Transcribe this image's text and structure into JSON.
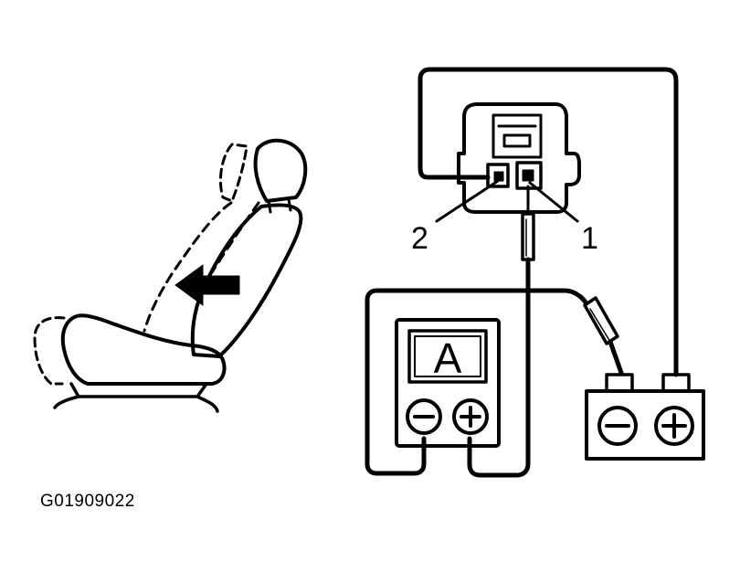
{
  "figure_code": "G01909022",
  "labels": {
    "terminal_1": "1",
    "terminal_2": "2",
    "meter_letter": "A"
  },
  "symbols": {
    "minus": "minus-icon",
    "plus": "plus-icon",
    "arrow": "arrow-left-icon"
  },
  "colors": {
    "ink": "#000000",
    "background": "#ffffff"
  }
}
